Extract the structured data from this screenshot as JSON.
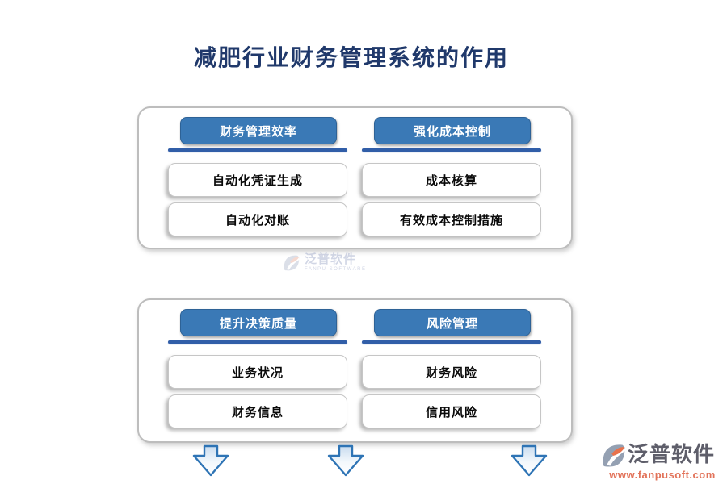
{
  "title": "减肥行业财务管理系统的作用",
  "sections": [
    {
      "groups": [
        {
          "header": "财务管理效率",
          "items": [
            "自动化凭证生成",
            "自动化对账"
          ]
        },
        {
          "header": "强化成本控制",
          "items": [
            "成本核算",
            "有效成本控制措施"
          ]
        }
      ]
    },
    {
      "groups": [
        {
          "header": "提升决策质量",
          "items": [
            "业务状况",
            "财务信息"
          ]
        },
        {
          "header": "风险管理",
          "items": [
            "财务风险",
            "信用风险"
          ]
        }
      ]
    }
  ],
  "watermark": {
    "brand": "泛普软件",
    "brand_en": "FANPU SOFTWARE"
  },
  "footer": {
    "brand": "泛普软件",
    "website": "www.fanpusoft.com"
  },
  "icons": {
    "down_arrow": "down-arrow-icon",
    "brand_logo": "fanpu-logo-icon"
  },
  "colors": {
    "title_navy": "#20396B",
    "header_blue": "#3A79B6",
    "divider_blue": "#315EA8",
    "arrow_blue": "#2E74B5",
    "logo_slate": "#94A0B2",
    "logo_orange": "#E8724C",
    "brand_text_gray": "#5E5E6A",
    "website_orange": "#E2735A"
  }
}
